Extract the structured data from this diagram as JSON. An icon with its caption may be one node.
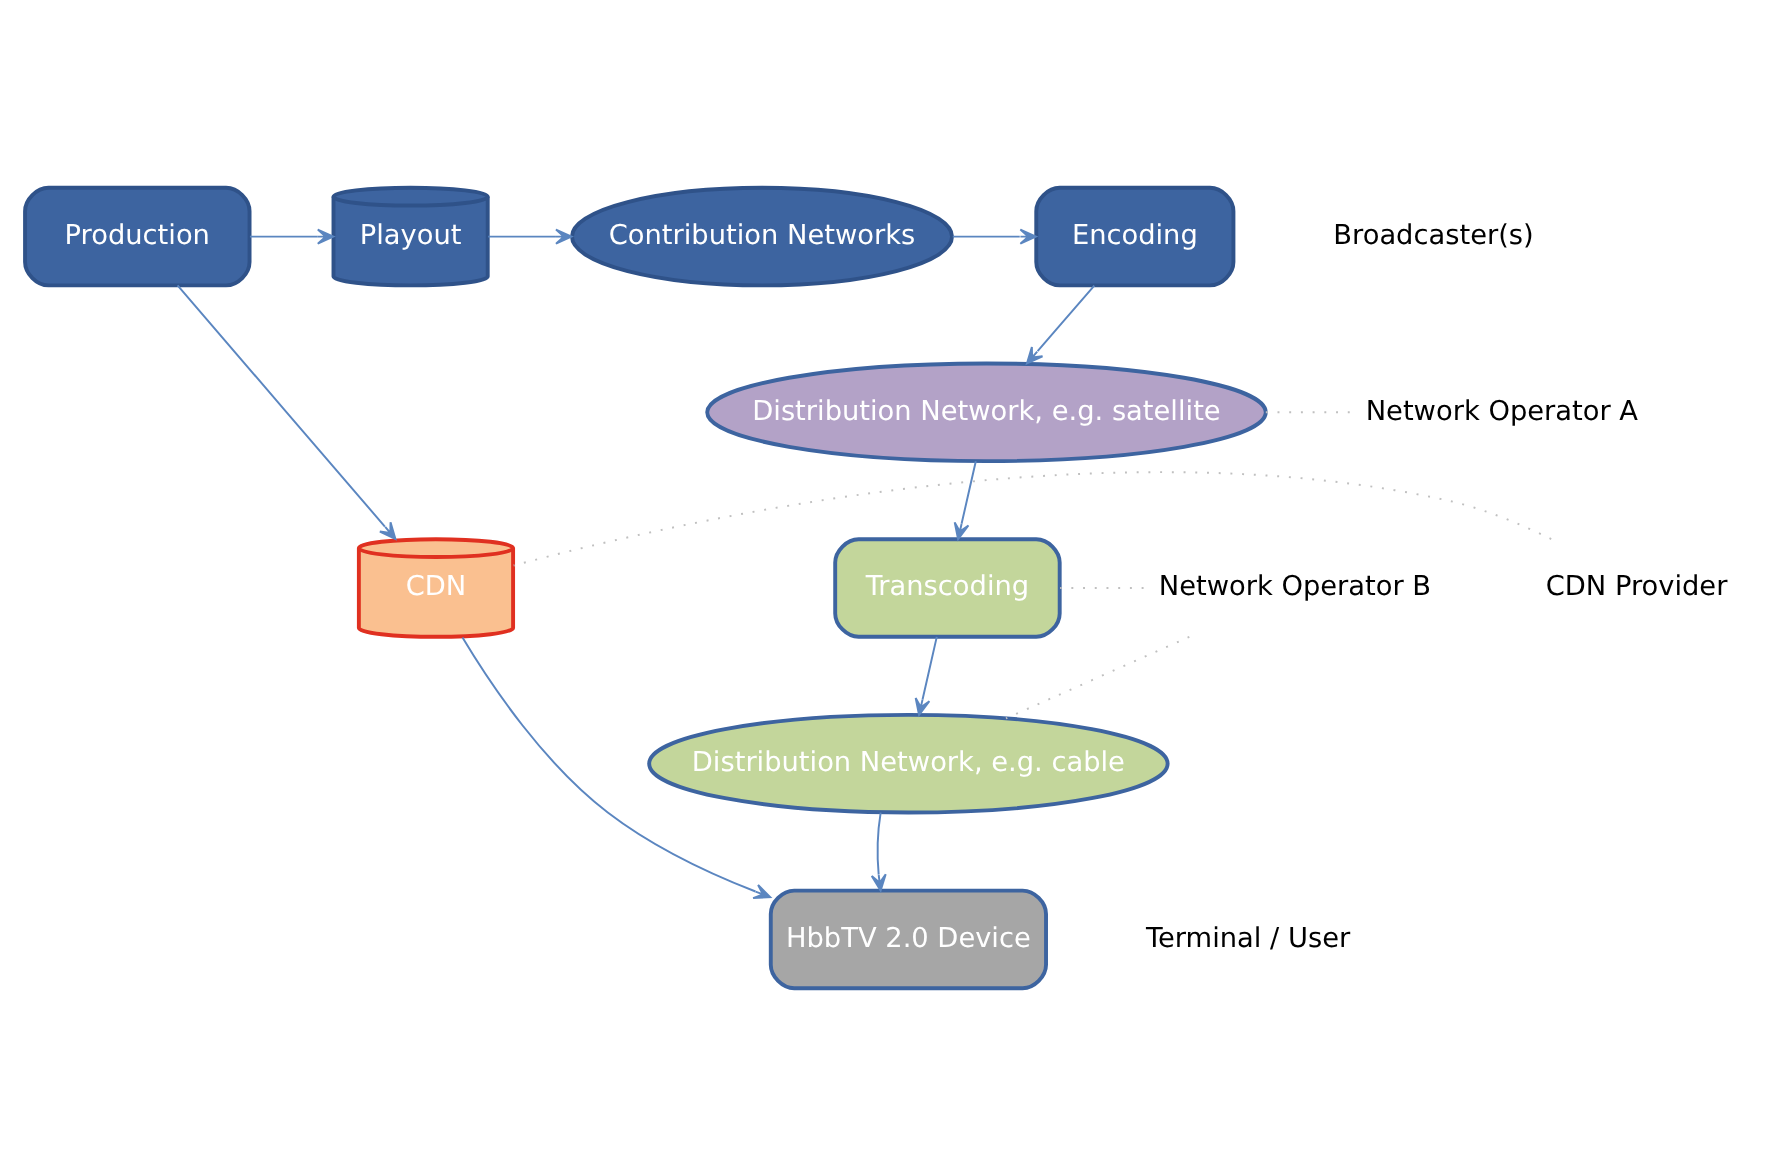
{
  "diagram": {
    "nodes": [
      {
        "text": [
          "Production"
        ]
      },
      {
        "text": [
          "Playout"
        ]
      },
      {
        "text": [
          "Contribution Networks"
        ]
      },
      {
        "text": [
          "Encoding"
        ]
      },
      {
        "text": [
          "Distribution Network, e.g. satellite"
        ]
      },
      {
        "text": [
          "Network Operator A"
        ]
      },
      {
        "text": [
          "CDN"
        ]
      },
      {
        "text": [
          "CDN Provider"
        ]
      },
      {
        "text": [
          "Transcoding"
        ]
      },
      {
        "text": [
          "Network Operator B"
        ]
      },
      {
        "text": [
          "Distribution Network, e.g. cable"
        ]
      },
      {
        "text": [
          "HbbTV 2.0 Device"
        ]
      }
    ],
    "edges": [
      {
        "from": 0,
        "to": 1,
        "arrow": "to"
      },
      {
        "from": 1,
        "to": 2,
        "arrow": "to"
      },
      {
        "from": 2,
        "to": 3,
        "arrow": "to"
      },
      {
        "from": 3,
        "to": 4,
        "arrow": "to"
      },
      {
        "from": 0,
        "to": 6,
        "arrow": "to"
      },
      {
        "from": 4,
        "to": 8,
        "arrow": "to"
      },
      {
        "from": 8,
        "to": 10,
        "arrow": "to"
      },
      {
        "from": 6,
        "to": 11,
        "arrow": "to"
      },
      {
        "from": 10,
        "to": 11,
        "arrow": "to"
      },
      {
        "from": 5,
        "to": 4,
        "arrow": "none",
        "style": "dashed",
        "color": "#c0c0c0"
      },
      {
        "from": 7,
        "to": 6,
        "arrow": "none",
        "style": "dashed",
        "color": "#c0c0c0"
      },
      {
        "from": 9,
        "to": 8,
        "arrow": "none",
        "style": "dashed",
        "color": "#c0c0c0"
      },
      {
        "from": 9,
        "to": 10,
        "arrow": "none",
        "style": "dashed",
        "color": "#c0c0c0"
      }
    ],
    "labels": [
      "Broadcaster(s)",
      "Terminal / User"
    ]
  }
}
